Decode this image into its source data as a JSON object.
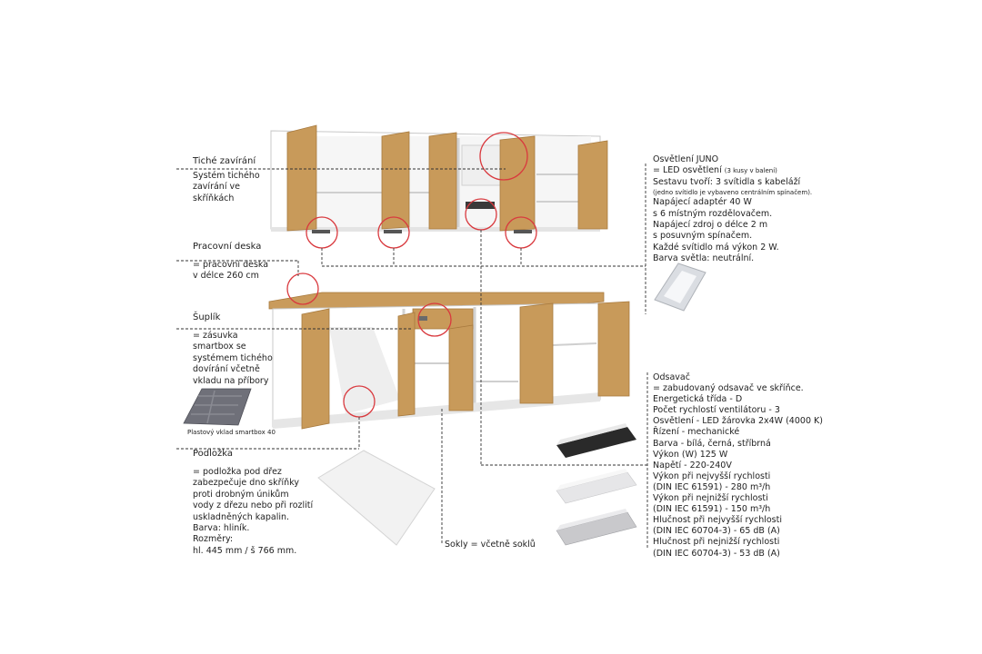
{
  "left_blocks": {
    "quiet_close": {
      "title": "Tiché zavírání",
      "lines": [
        "Systém tichého",
        "zavírání ve",
        "skříňkách"
      ]
    },
    "worktop": {
      "title": "Pracovní deska",
      "lines": [
        "= pracovní deska",
        "v délce 260 cm"
      ]
    },
    "drawer": {
      "title": "Šuplík",
      "lines": [
        "= zásuvka",
        "smartbox se",
        "systémem tichého",
        "dovírání včetně",
        "vkladu na příbory"
      ],
      "caption": "Plastový vklad smartbox 40"
    },
    "mat": {
      "title": "Podložka",
      "lines": [
        "= podložka pod dřez",
        "zabezpečuje dno skříňky",
        "proti drobným únikům",
        "vody z dřezu nebo při rozlití",
        "uskladněných kapalin.",
        "Barva: hliník.",
        "Rozměry:",
        "hl. 445 mm / š 766 mm."
      ]
    }
  },
  "plinth": {
    "text": "Sokly = včetně soklů"
  },
  "lighting": {
    "title": "Osvětlení JUNO",
    "line1_main": "= LED osvětlení",
    "line1_note": "(3 kusy v balení)",
    "line2": "Sestavu tvoří: 3 svítidla s kabeláží",
    "line2_note": "(jedno svítidlo je vybaveno centrálním spínačem).",
    "lines": [
      "Napájecí adaptér 40 W",
      "s 6 místným rozdělovačem.",
      "Napájecí zdroj o délce 2 m",
      "s posuvným spínačem.",
      "Každé svítidlo má výkon 2 W.",
      "Barva světla: neutrální."
    ]
  },
  "hood": {
    "title": "Odsavač",
    "lines": [
      "= zabudovaný odsavač ve skříňce.",
      "Energetická třída - D",
      "Počet rychlostí ventilátoru - 3",
      "Osvětlení - LED žárovka 2x4W (4000 K)",
      "Řízení - mechanické",
      "Barva - bílá, černá, stříbrná",
      "Výkon (W) 125 W",
      "Napětí - 220-240V",
      "Výkon při nejvyšší rychlosti",
      "(DIN IEC 61591) - 280 m³/h",
      "Výkon při nejnižší rychlosti",
      "(DIN IEC 61591) - 150 m³/h",
      "Hlučnost při nejvyšší rychlosti",
      "(DIN IEC 60704-3) - 65 dB (A)",
      "Hlučnost při nejnižší rychlosti",
      "(DIN IEC 60704-3) - 53 dB (A)"
    ]
  },
  "colors": {
    "oak": "#c89a5a",
    "oak_dark": "#a87a3e",
    "worktop": "#c99b5c",
    "carcass": "#ffffff",
    "carcass_edge": "#c8c8c8",
    "highlight_circle": "#d9393e",
    "tray": "#6f7079",
    "hood_black": "#2a2a2a",
    "hood_silver": "#c9c9cc"
  }
}
